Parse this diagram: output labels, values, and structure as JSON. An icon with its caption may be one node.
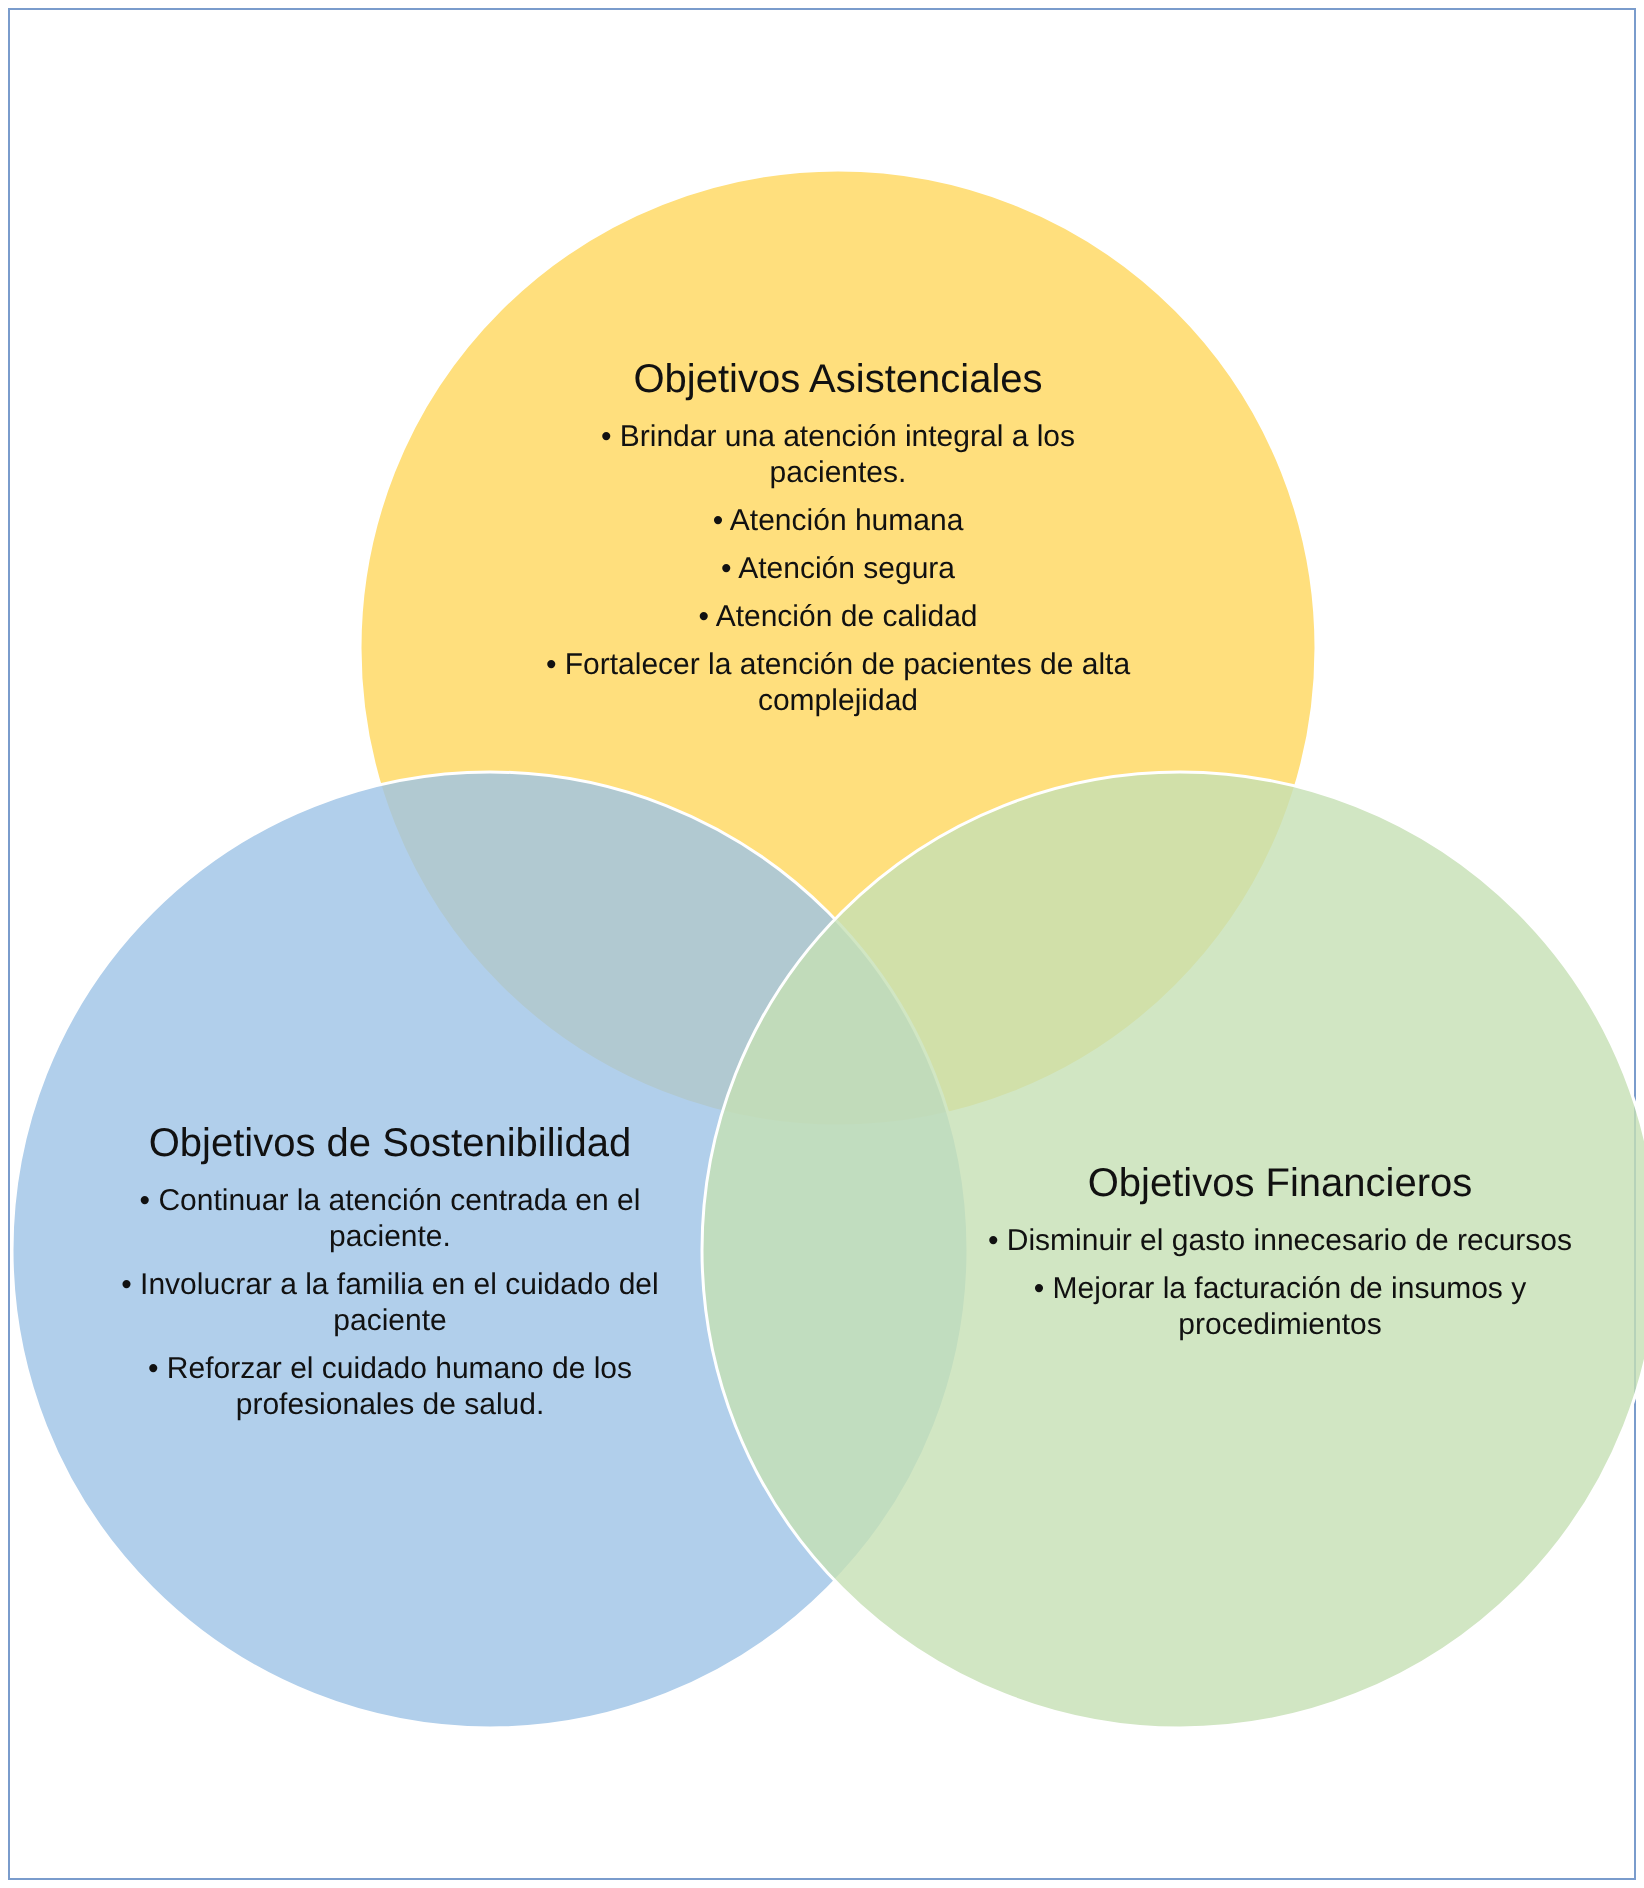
{
  "diagram": {
    "nodes": [
      {
        "text": [
          "Objetivos Asistenciales",
          "• Brindar una atención integral a los pacientes.",
          "• Atención humana",
          "• Atención segura",
          "• Atención de calidad",
          "• Fortalecer la atención de pacientes de alta complejidad"
        ]
      },
      {
        "text": [
          "Objetivos de Sostenibilidad",
          "• Continuar la atención centrada en el paciente.",
          "• Involucrar a la familia en el cuidado del paciente",
          "• Reforzar el cuidado humano de los profesionales de salud."
        ]
      },
      {
        "text": [
          "Objetivos Financieros",
          "• Disminuir el gasto innecesario de recursos",
          "• Mejorar la facturación de insumos y procedimientos"
        ]
      }
    ],
    "edges": []
  }
}
